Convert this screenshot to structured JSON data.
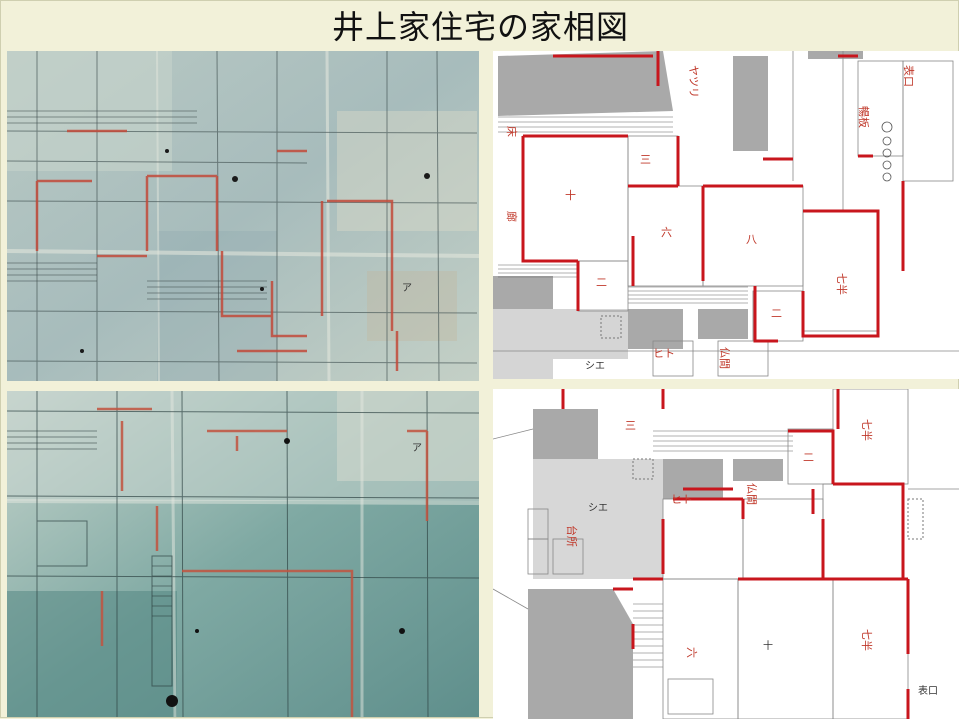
{
  "slide": {
    "title": "井上家住宅の家相図"
  },
  "panels": {
    "photo_top": "photo-of-floor-plan-scroll-upper",
    "photo_bottom": "photo-of-floor-plan-scroll-lower",
    "trace_top": "traced-floor-plan-upper",
    "trace_bottom": "traced-floor-plan-lower"
  },
  "trace_top_labels": {
    "tsurii": "ヤツリ",
    "bofuda": "暢板",
    "omote": "表口",
    "juu": "十",
    "roku": "六",
    "hachi": "八",
    "nana": "七半",
    "san": "三",
    "ni": "二",
    "yuka": "床",
    "roka": "廊",
    "butsudan": "仏間",
    "ni2": "二",
    "ut": "ヒト",
    "shie": "シエ"
  },
  "trace_bottom_labels": {
    "nana": "七半",
    "ni": "二",
    "san": "三",
    "juu": "十",
    "roku": "六",
    "seven": "七半",
    "ut": "ヒト",
    "shie": "シエ",
    "butsudan": "仏間",
    "omote": "表口",
    "kitchen": "台所"
  },
  "colors": {
    "background": "#f2f1d9",
    "wall_red": "#c8161d",
    "gray_block": "#a8a8a8",
    "photo_tint": "#9fb8b8"
  }
}
